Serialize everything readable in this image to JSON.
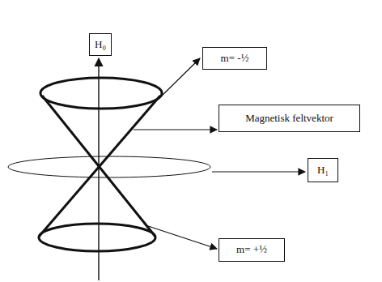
{
  "diagram": {
    "nodes": [
      {
        "text": [
          "H₀"
        ]
      },
      {
        "text": [
          "m= -½"
        ]
      },
      {
        "text": [
          "Magnetisk feltvektor"
        ]
      },
      {
        "text": [
          "H₁"
        ]
      },
      {
        "text": [
          "m= +½"
        ]
      }
    ]
  }
}
